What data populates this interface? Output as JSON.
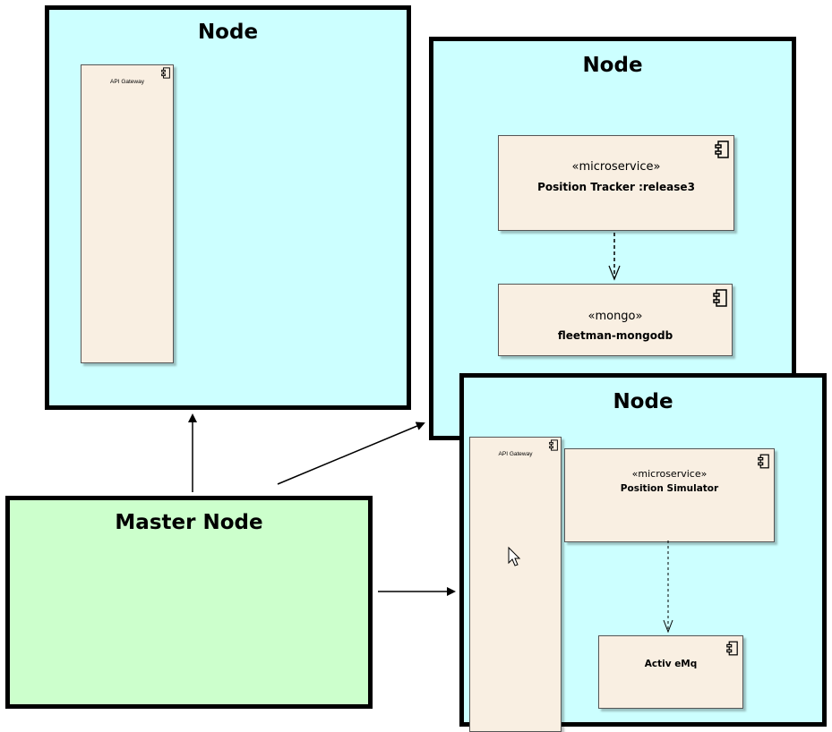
{
  "nodes": {
    "top_left": {
      "title": "Node",
      "components": {
        "api_gateway": {
          "name": "API Gateway"
        }
      }
    },
    "top_right": {
      "title": "Node",
      "components": {
        "position_tracker": {
          "stereotype": "«microservice»",
          "name": "Position Tracker :release3"
        },
        "mongodb": {
          "stereotype": "«mongo»",
          "name": "fleetman-mongodb"
        }
      }
    },
    "bottom_right": {
      "title": "Node",
      "components": {
        "api_gateway": {
          "name": "API Gateway"
        },
        "position_simulator": {
          "stereotype": "«microservice»",
          "name": "Position Simulator"
        },
        "activemq": {
          "name": "Activ eMq"
        }
      }
    },
    "master": {
      "title": "Master Node"
    }
  },
  "colors": {
    "node_fill": "#ccffff",
    "master_fill": "#ccffcc",
    "component_fill": "#f9efe2",
    "border": "#000000"
  },
  "icons": {
    "component": "uml-component-icon",
    "cursor": "mouse-pointer-icon"
  }
}
